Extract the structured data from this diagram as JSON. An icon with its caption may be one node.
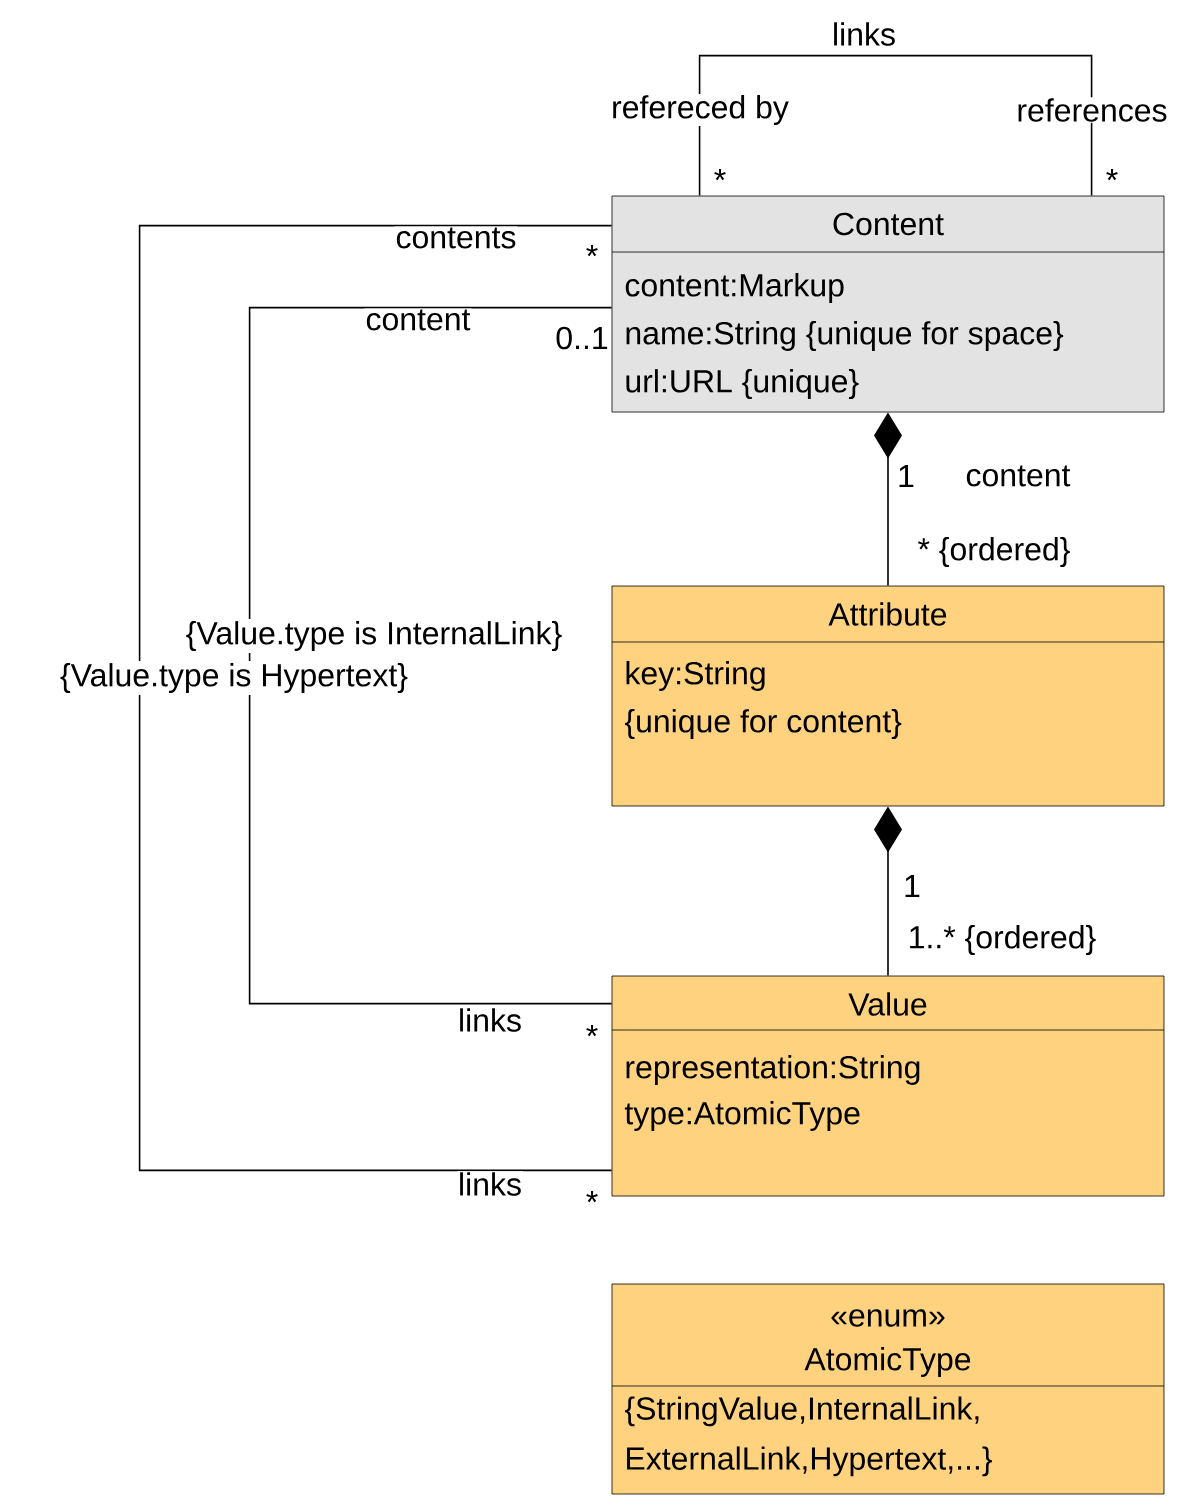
{
  "diagram": {
    "nodes": [
      {
        "text": [
          "Content",
          "content:Markup",
          "name:String {unique for space}",
          "url:URL {unique}"
        ]
      },
      {
        "text": [
          "Attribute",
          "key:String",
          "{unique for content}"
        ]
      },
      {
        "text": [
          "Value",
          "representation:String",
          "type:AtomicType"
        ]
      },
      {
        "text": [
          "«enum»",
          "AtomicType",
          "{StringValue,InternalLink, ExternalLink,Hypertext,...}"
        ]
      }
    ],
    "edges": [
      {
        "from": 0,
        "to": 0,
        "arrow": "none",
        "label": "links"
      },
      {
        "from": 0,
        "to": 2,
        "arrow": "none",
        "label": "{Value.type is Hypertext}"
      },
      {
        "from": 0,
        "to": 2,
        "arrow": "none",
        "label": "{Value.type is InternalLink}"
      },
      {
        "from": 0,
        "to": 1,
        "arrow": "other"
      },
      {
        "from": 1,
        "to": 2,
        "arrow": "other"
      }
    ],
    "labels": [
      "refereced by",
      "references",
      "*",
      "*",
      "contents",
      "*",
      "content",
      "0..1",
      "1",
      "content",
      "* {ordered}",
      "1",
      "1..* {ordered}",
      "links",
      "*",
      "links",
      "*"
    ]
  }
}
